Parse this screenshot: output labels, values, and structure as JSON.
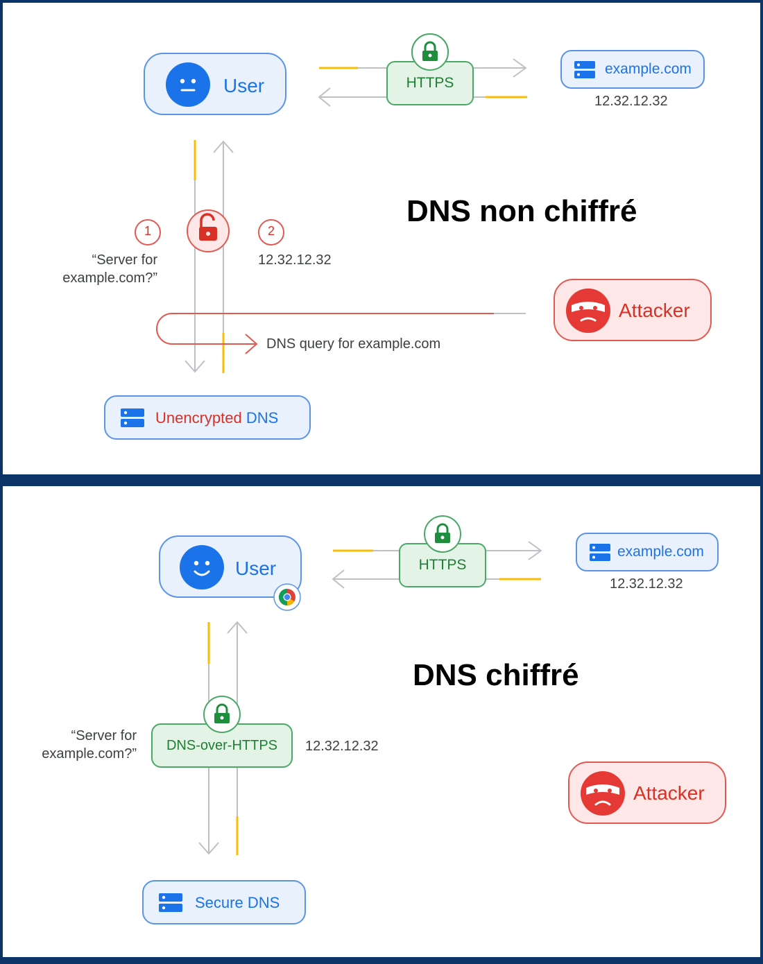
{
  "unencrypted": {
    "title": "DNS non chiffré",
    "user_label": "User",
    "https_label": "HTTPS",
    "server_label": "example.com",
    "server_ip": "12.32.12.32",
    "step1": "1",
    "step2": "2",
    "query_quote_line1": "“Server for",
    "query_quote_line2": "example.com?”",
    "response_ip": "12.32.12.32",
    "attacker_label": "Attacker",
    "intercept_label": "DNS query for example.com",
    "dns_label_part1": "Unencrypted",
    "dns_label_part2": "DNS"
  },
  "encrypted": {
    "title": "DNS chiffré",
    "user_label": "User",
    "https_label": "HTTPS",
    "server_label": "example.com",
    "server_ip": "12.32.12.32",
    "doh_label": "DNS-over-HTTPS",
    "query_quote_line1": "“Server for",
    "query_quote_line2": "example.com?”",
    "response_ip": "12.32.12.32",
    "attacker_label": "Attacker",
    "dns_label": "Secure DNS"
  },
  "colors": {
    "frame": "#0d3466",
    "blue": "#1a73e8",
    "green": "#1e8e3e",
    "red": "#d93025",
    "yellow": "#fbbc04",
    "grey_line": "#bdc1c6"
  }
}
